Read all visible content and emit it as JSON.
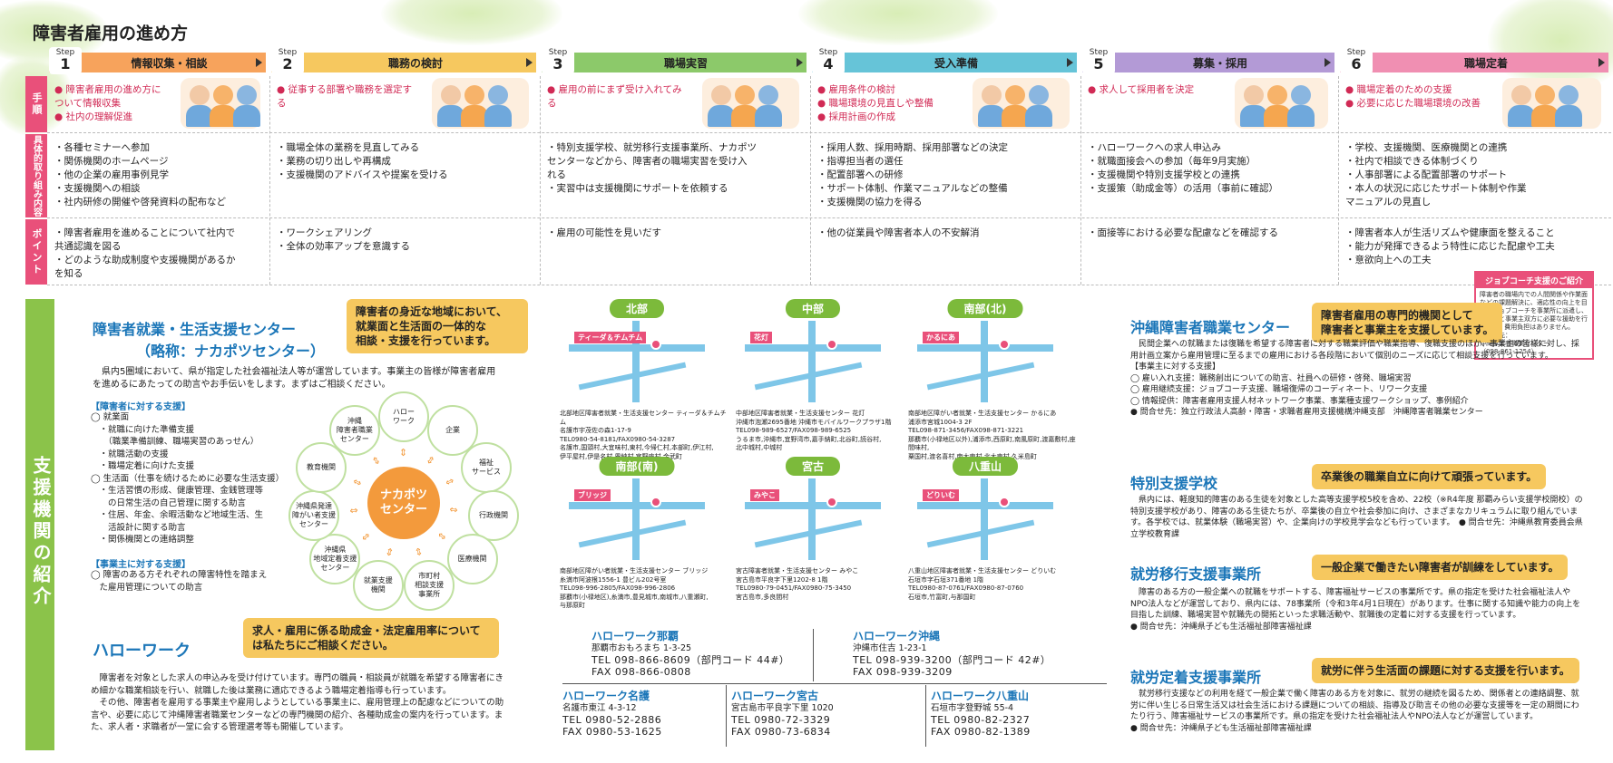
{
  "title": "障害者雇用の進め方",
  "colors": {
    "step1": "#f7a35c",
    "step2": "#f6c85f",
    "step3": "#8cc96a",
    "step4": "#66c4d8",
    "step5": "#b39ad6",
    "step6": "#f08fb2",
    "accent_pink": "#e9507a",
    "green_band": "#8bc34a",
    "blue_heading": "#1b76b8"
  },
  "steps": [
    {
      "step": "Step",
      "num": "1",
      "label": "情報収集・相談",
      "pink": "● 障害者雇用の進め方に\nついて情報収集\n● 社内の理解促進",
      "concrete": "・各種セミナーへ参加\n・関係機関のホームページ\n・他の企業の雇用事例見学\n・支援機関への相談\n・社内研修の開催や啓発資料の配布など",
      "point": "・障害者雇用を進めることについて社内で\n共通認識を図る\n・どのような助成制度や支援機関があるか\nを知る"
    },
    {
      "step": "Step",
      "num": "2",
      "label": "職務の検討",
      "pink": "● 従事する部署や職務を選定する",
      "concrete": "・職場全体の業務を見直してみる\n・業務の切り出しや再構成\n・支援機関のアドバイスや提案を受ける",
      "point": "・ワークシェアリング\n・全体の効率アップを意識する"
    },
    {
      "step": "Step",
      "num": "3",
      "label": "職場実習",
      "pink": "● 雇用の前にまず受け入れてみる",
      "concrete": "・特別支援学校、就労移行支援事業所、ナカポツ\nセンターなどから、障害者の職場実習を受け入\nれる\n・実習中は支援機関にサポートを依頼する",
      "point": "・雇用の可能性を見いだす"
    },
    {
      "step": "Step",
      "num": "4",
      "label": "受入準備",
      "pink": "● 雇用条件の検討\n● 職場環境の見直しや整備\n● 採用計画の作成",
      "concrete": "・採用人数、採用時期、採用部署などの決定\n・指導担当者の選任\n・配置部署への研修\n・サポート体制、作業マニュアルなどの整備\n・支援機関の協力を得る",
      "point": "・他の従業員や障害者本人の不安解消"
    },
    {
      "step": "Step",
      "num": "5",
      "label": "募集・採用",
      "pink": "● 求人して採用者を決定",
      "concrete": "・ハローワークへの求人申込み\n・就職面接会への参加（毎年9月実施）\n・支援機関や特別支援学校との連携\n・支援策（助成金等）の活用（事前に確認）",
      "point": "・面接等における必要な配慮などを確認する"
    },
    {
      "step": "Step",
      "num": "6",
      "label": "職場定着",
      "pink": "● 職場定着のための支援\n● 必要に応じた職場環境の改善",
      "concrete": "・学校、支援機関、医療機関との連携\n・社内で相談できる体制づくり\n・人事部署による配置部署のサポート\n・本人の状況に応じたサポート体制や作業\nマニュアルの見直し",
      "point": "・障害者本人が生活リズムや健康面を整えること\n・能力が発揮できるよう特性に応じた配慮や工夫\n・意欲向上への工夫"
    }
  ],
  "row_labels": {
    "procedure": "手順",
    "concrete": "具体的取り組み内容",
    "point": "ポイント"
  },
  "jobcoach": {
    "title": "ジョブコーチ支援のご紹介",
    "body": "障害者の職場内での人間関係や作業面などの課題解決に、適応性の向上を目的にジョブコーチを事業所に派遣し、障害者と事業主双方に必要な援助を行います。費用負担はありません。\n問合せ先：\n沖縄障害者職業センター\n（098-861-1254）"
  },
  "sideband": "支援機関の紹介",
  "nakapotsu": {
    "title": "障害者就業・生活支援センター",
    "subtitle": "（略称：ナカポツセンター）",
    "bubble": "障害者の身近な地域において、\n就業面と生活面の一体的な\n相談・支援を行っています。",
    "intro": "　県内5圏域において、県が指定した社会福祉法人等が運営しています。事業主の皆様が障害者雇用を進めるにあたっての助言やお手伝いをします。まずはご相談ください。",
    "for_disabled_head": "【障害者に対する支援】",
    "for_disabled": "◯ 就業面\n　・就職に向けた準備支援\n　　（職業準備訓練、職場実習のあっせん）\n　・就職活動の支援\n　・職場定着に向けた支援\n◯ 生活面（仕事を続けるために必要な生活支援）\n　・生活習慣の形成、健康管理、金銭管理等\n　　の日常生活の自己管理に関する助言\n　・住居、年金、余暇活動など地域生活、生\n　　活設計に関する助言\n　・関係機関との連絡調整",
    "for_employer_head": "【事業主に対する支援】",
    "for_employer": "◯ 障害のある方それぞれの障害特性を踏まえ\n　た雇用管理についての助言",
    "center": "ナカポツ\nセンター",
    "nodes": [
      "ハロー\nワーク",
      "企業",
      "福祉\nサービス",
      "行政機関",
      "医療機関",
      "市町村\n相談支援\n事業所",
      "就業支援\n機関",
      "沖縄県\n地域定着支援\nセンター",
      "沖縄県発達\n障がい者支援\nセンター",
      "教育機関",
      "沖縄\n障害者職業\nセンター"
    ]
  },
  "maps": [
    {
      "region": "北部",
      "caption": "北部地区障害者就業・生活支援センター ティーダ＆チムチム\n名護市宇茂佐の森1-17-9\nTEL0980-54-8181/FAX0980-54-3287\n名護市,国頭村,大宜味村,東村,今帰仁村,本部町,伊江村,\n伊平屋村,伊是名村,恩納村,宜野座村,金武町",
      "badge": "ティーダ＆チムチム"
    },
    {
      "region": "中部",
      "caption": "中部地区障害者就業・生活支援センター 花灯\n沖縄市泡瀬2695番地 沖縄市モバイルワークプラザ1階\nTEL098-989-6527/FAX098-989-6525\nうるま市,沖縄市,宜野湾市,嘉手納町,北谷町,読谷村,\n北中城村,中城村",
      "badge": "花灯"
    },
    {
      "region": "南部(北)",
      "caption": "南部地区障がい者就業・生活支援センター かるにあ\n浦添市宮城1004-3 2F\nTEL098-871-3456/FAX098-871-3221\n那覇市(小禄地区以外),浦添市,西原町,南風原町,渡嘉敷村,座間味村,\n粟国村,渡名喜村,南大東村,北大東村,久米島町",
      "badge": "かるにあ"
    },
    {
      "region": "南部(南)",
      "caption": "南部地区障がい者就業・生活支援センター ブリッジ\n糸満市阿波根1556-1 豊ビル202号室\nTEL098-996-2805/FAX098-996-2806\n那覇市(小禄地区),糸満市,豊見城市,南城市,八重瀬町,\n与那原町",
      "badge": "ブリッジ"
    },
    {
      "region": "宮古",
      "caption": "宮古障害者就業・生活支援センター みやこ\n宮古島市平良字下里1202-8 1階\nTEL0980-79-0451/FAX0980-75-3450\n宮古島市,多良間村",
      "badge": "みやこ"
    },
    {
      "region": "八重山",
      "caption": "八重山地区障害者就業・生活支援センター どりいむ\n石垣市字石垣371番地 1階\nTEL0980-87-0761/FAX0980-87-0760\n石垣市,竹富町,与那国町",
      "badge": "どりいむ"
    }
  ],
  "hellowork": {
    "title": "ハローワーク",
    "bubble": "求人・雇用に係る助成金・法定雇用率について\nは私たちにご相談ください。",
    "body": "　障害者を対象とした求人の申込みを受け付けています。専門の職員・相談員が就職を希望する障害者にきめ細かな職業相談を行い、就職した後は業務に適応できるよう職場定着指導も行っています。\n　その他、障害者を雇用する事業主や雇用しようとしている事業主に、雇用管理上の配慮などについての助言や、必要に応じて沖縄障害者職業センターなどの専門機関の紹介、各種助成金の案内を行っています。また、求人者・求職者が一堂に会する管理選考等も開催しています。",
    "offices": [
      {
        "name": "ハローワーク那覇",
        "addr": "那覇市おもろまち 1-3-25",
        "tel": "TEL 098-866-8609（部門コード 44#）",
        "fax": "FAX 098-866-0808"
      },
      {
        "name": "ハローワーク沖縄",
        "addr": "沖縄市住吉 1-23-1",
        "tel": "TEL 098-939-3200（部門コード 42#）",
        "fax": "FAX 098-939-3209"
      },
      {
        "name": "ハローワーク名護",
        "addr": "名護市東江 4-3-12",
        "tel": "TEL 0980-52-2886",
        "fax": "FAX 0980-53-1625"
      },
      {
        "name": "ハローワーク宮古",
        "addr": "宮古島市平良字下里 1020",
        "tel": "TEL 0980-72-3329",
        "fax": "FAX 0980-73-6834"
      },
      {
        "name": "ハローワーク八重山",
        "addr": "石垣市字登野城 55-4",
        "tel": "TEL 0980-82-2327",
        "fax": "FAX 0980-82-1389"
      }
    ]
  },
  "right": [
    {
      "title": "沖縄障害者職業センター",
      "bubble": "障害者雇用の専門的機関として\n障害者と事業主を支援しています。",
      "body": "　民間企業への就職または復職を希望する障害者に対する職業評価や職業指導、復職支援のほか、事業主の皆様に対し、採用計画立案から雇用管理に至るまでの雇用における各段階において個別のニーズに応じて相談支援を行っています。\n【事業主に対する支援】\n◯ 雇い入れ支援：職務創出についての助言、社員への研修・啓発、職場実習\n◯ 雇用継続支援：ジョブコーチ支援、職場復帰のコーディネート、リワーク支援\n◯ 情報提供：障害者雇用支援人材ネットワーク事業、事業種支援ワークショップ、事例紹介\n● 問合せ先：独立行政法人高齢・障害・求職者雇用支援機構沖縄支部　沖縄障害者職業センター"
    },
    {
      "title": "特別支援学校",
      "bubble": "卒業後の職業自立に向けて頑張っています。",
      "body": "　県内には、軽度知的障害のある生徒を対象とした高等支援学校5校を含め、22校（※R4年度 那覇みらい支援学校開校）の特別支援学校があり、障害のある生徒たちが、卒業後の自立や社会参加に向け、さまざまなカリキュラムに取り組んでいます。各学校では、就業体験（職場実習）や、企業向けの学校見学会なども行っています。　● 問合せ先：沖縄県教育委員会県立学校教育課"
    },
    {
      "title": "就労移行支援事業所",
      "bubble": "一般企業で働きたい障害者が訓練をしています。",
      "body": "　障害のある方の一般企業への就職をサポートする、障害福祉サービスの事業所です。県の指定を受けた社会福祉法人やNPO法人などが運営しており、県内には、78事業所（令和3年4月1日現在）があります。仕事に関する知識や能力の向上を目指した訓練、職場実習や就職先の開拓といった求職活動や、就職後の定着に対する支援を行っています。\n● 問合せ先：沖縄県子ども生活福祉部障害福祉課"
    },
    {
      "title": "就労定着支援事業所",
      "bubble": "就労に伴う生活面の課題に対する支援を行います。",
      "body": "　就労移行支援などの利用を経て一般企業で働く障害のある方を対象に、就労の継続を図るため、関係者との連絡調整、就労に伴い生じる日常生活又は社会生活における課題についての相談、指導及び助言その他の必要な支援等を一定の期間にわたり行う、障害福祉サービスの事業所です。県の指定を受けた社会福祉法人やNPO法人などが運営しています。\n● 問合せ先：沖縄県子ども生活福祉部障害福祉課"
    }
  ]
}
